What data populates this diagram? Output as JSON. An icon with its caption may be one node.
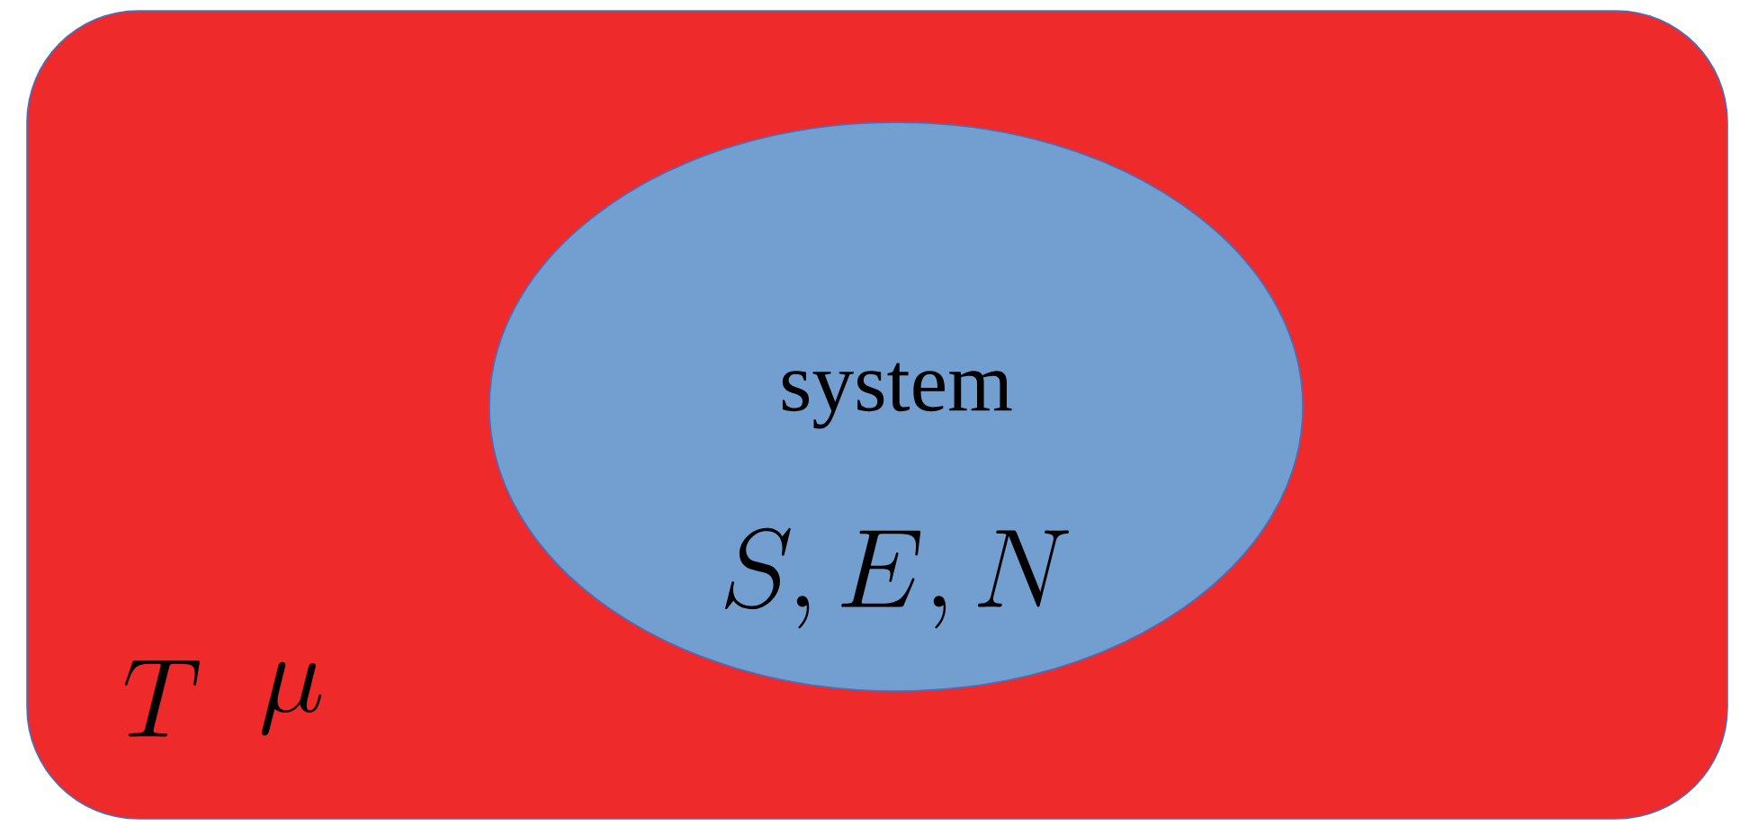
{
  "diagram": {
    "nodes": [
      {
        "text": [
          "T",
          "\\mu"
        ]
      },
      {
        "text": [
          "system",
          "S, E, N"
        ],
        "in": 0
      }
    ]
  }
}
